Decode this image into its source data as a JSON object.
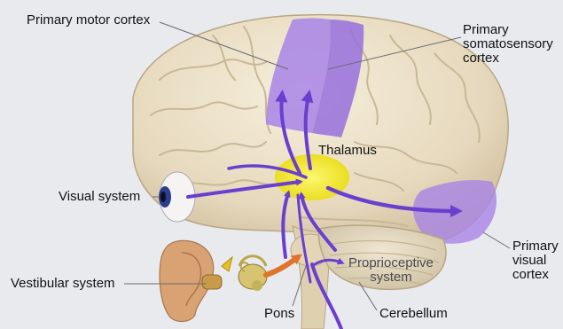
{
  "labels": {
    "primary_motor_cortex": "Primary motor cortex",
    "primary_somatosensory_cortex": [
      "Primary",
      "somatosensory",
      "cortex"
    ],
    "thalamus": "Thalamus",
    "visual_system": "Visual system",
    "primary_visual_cortex": [
      "Primary",
      "visual",
      "cortex"
    ],
    "proprioceptive_system": [
      "Proprioceptive",
      "system"
    ],
    "vestibular_system": "Vestibular system",
    "pons": "Pons",
    "cerebellum": "Cerebellum"
  },
  "colors": {
    "background": "#e9eaee",
    "brain": "#e8dcc2",
    "cortex_highlight": "#a884e6",
    "thalamus": "#f2e81a",
    "arrow": "#6a3fcf",
    "vestibular_arrow": "#e0742a",
    "ear": "#d9a273"
  },
  "icons": [
    "eye-icon",
    "ear-icon",
    "inner-ear-icon"
  ]
}
